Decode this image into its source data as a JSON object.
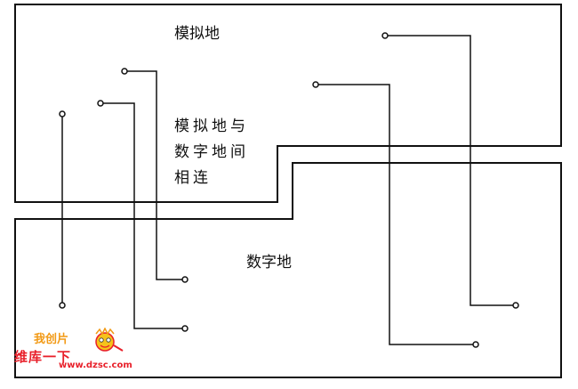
{
  "diagram": {
    "analog_ground_label": "模拟地",
    "digital_ground_label": "数字地",
    "connection_label_lines": [
      "模拟地与",
      "数字地间",
      "相连"
    ]
  },
  "watermark": {
    "top_text": "我创片",
    "title": "维库一下",
    "url": "www.dzsc.com"
  },
  "colors": {
    "line": "#111111",
    "background": "#ffffff",
    "watermark_red": "#e8202a",
    "watermark_orange": "#f29a16"
  }
}
